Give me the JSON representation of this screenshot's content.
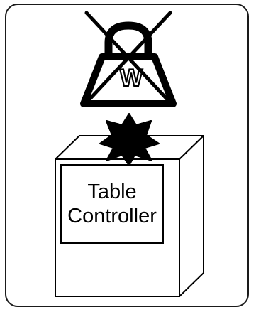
{
  "figure": {
    "weight_glyph": "W",
    "label_line1": "Table",
    "label_line2": "Controller"
  },
  "colors": {
    "stroke": "#000000",
    "frame": "#1a1a1a",
    "background": "#ffffff"
  },
  "icons": {
    "weight": "crossed-out-weight-icon",
    "connector": "star-burst-connector-icon",
    "controller": "controller-box-icon"
  }
}
